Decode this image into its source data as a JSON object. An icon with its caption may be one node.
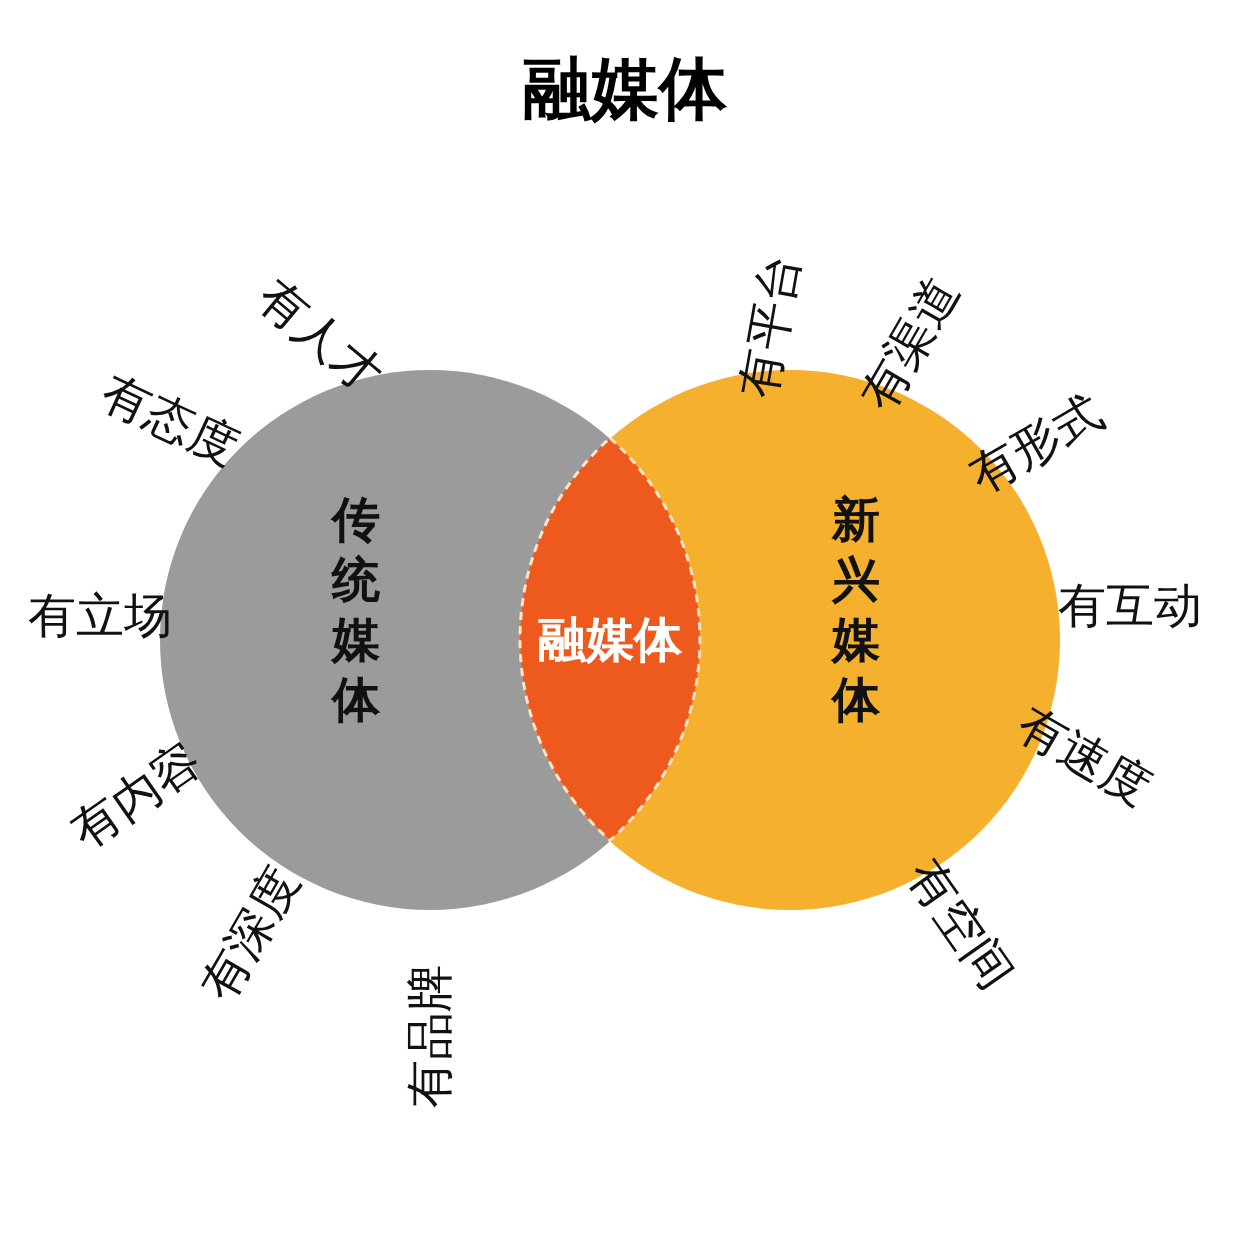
{
  "diagram": {
    "title": "融媒体",
    "nodes": [
      {
        "text": [
          "传统媒体"
        ],
        "beside": [
          "有人才",
          "有态度",
          "有立场",
          "有内容",
          "有深度",
          "有品牌"
        ]
      },
      {
        "text": [
          "新兴媒体"
        ],
        "beside": [
          "有平台",
          "有渠道",
          "有形式",
          "有互动",
          "有速度",
          "有空间"
        ]
      },
      {
        "text": [
          "融媒体"
        ]
      }
    ]
  }
}
